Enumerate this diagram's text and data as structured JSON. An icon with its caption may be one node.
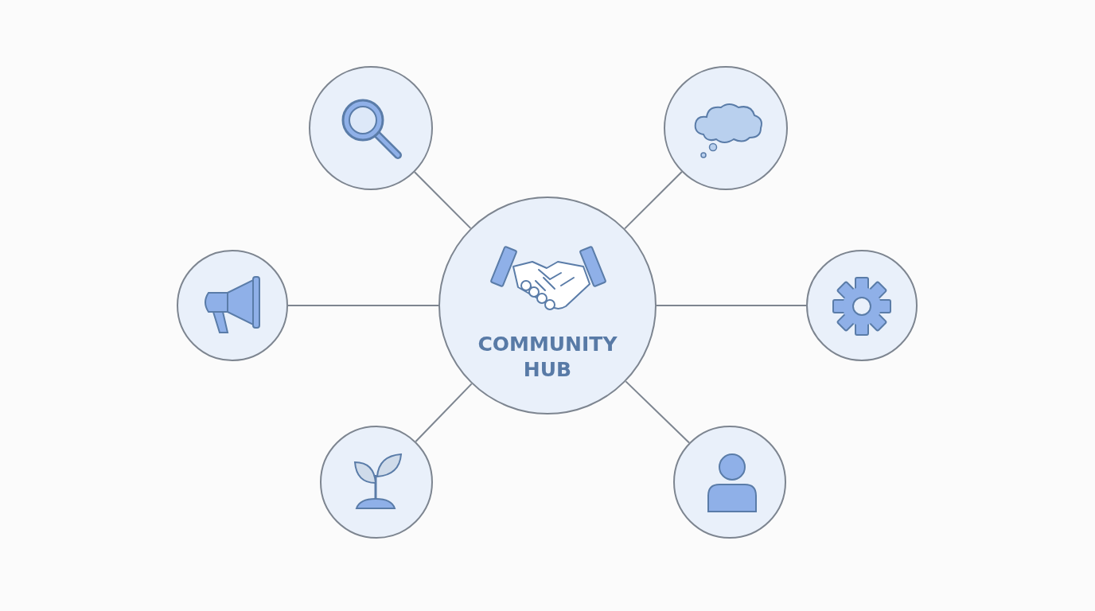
{
  "diagram": {
    "nodes": [
      {
        "text": [
          "COMMUNITY HUB"
        ]
      },
      {
        "text": [],
        "shape": "circle"
      },
      {
        "text": [],
        "shape": "circle"
      },
      {
        "text": [],
        "shape": "circle"
      },
      {
        "text": [],
        "shape": "circle"
      },
      {
        "text": [],
        "shape": "circle"
      },
      {
        "text": [],
        "shape": "circle"
      }
    ],
    "edges": [
      {
        "from": 0,
        "to": 1,
        "arrow": "none"
      },
      {
        "from": 0,
        "to": 2,
        "arrow": "none"
      },
      {
        "from": 0,
        "to": 3,
        "arrow": "none"
      },
      {
        "from": 0,
        "to": 4,
        "arrow": "none"
      },
      {
        "from": 0,
        "to": 5,
        "arrow": "none"
      },
      {
        "from": 0,
        "to": 6,
        "arrow": "none"
      }
    ]
  }
}
